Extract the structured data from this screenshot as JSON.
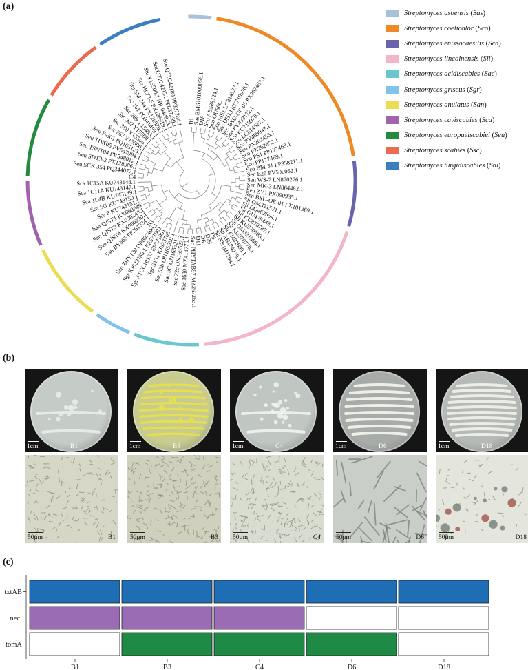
{
  "panels": {
    "a": "(a)",
    "b": "(b)",
    "c": "(c)"
  },
  "legend": [
    {
      "species": "Streptomyces asoensis",
      "abbr": "Sas",
      "color": "#a9c0d8"
    },
    {
      "species": "Streptomyces coelicolor",
      "abbr": "Sco",
      "color": "#ee8a25"
    },
    {
      "species": "Streptomyces enissocaesilis",
      "abbr": "Sen",
      "color": "#6a63ae"
    },
    {
      "species": "Streptomyces lincolnensis",
      "abbr": "Sli",
      "color": "#f4b6c6"
    },
    {
      "species": "Streptomyces acidiscabies",
      "abbr": "Sac",
      "color": "#6bc6cf"
    },
    {
      "species": "Streptomyces griseus",
      "abbr": "Sgr",
      "color": "#82c1ea"
    },
    {
      "species": "Streptomyces anulatus",
      "abbr": "San",
      "color": "#eadd54"
    },
    {
      "species": "Streptomyces caviscabies",
      "abbr": "Sca",
      "color": "#a263ad"
    },
    {
      "species": "Streptomyces europaeiscabiei",
      "abbr": "Seu",
      "color": "#238a3e"
    },
    {
      "species": "Streptomyces scabies",
      "abbr": "Ssc",
      "color": "#ec6a4d"
    },
    {
      "species": "Streptomyces turgidiscabies",
      "abbr": "Stu",
      "color": "#3b7fc0"
    }
  ],
  "tree": {
    "leaves": [
      {
        "label": "B1",
        "clade": "Sas"
      },
      {
        "label": "Sas BMS101000056.1",
        "clade": "Sas"
      },
      {
        "label": "D18",
        "clade": "Sco"
      },
      {
        "label": "Sco AB588124.1",
        "clade": "Sco"
      },
      {
        "label": "Sco OU66C",
        "clade": "Sco"
      },
      {
        "label": "Sco MS1 LC814527.1",
        "clade": "Sco"
      },
      {
        "label": "Sco DH13 KC710970.1",
        "clade": "Sco"
      },
      {
        "label": "Sco BSU-OE-05 PX262453.1",
        "clade": "Sco"
      },
      {
        "label": "Sco PV499172.1",
        "clade": "Sco"
      },
      {
        "label": "Sco KC710970.1",
        "clade": "Sco"
      },
      {
        "label": "Sco LC814527.1",
        "clade": "Sco"
      },
      {
        "label": "Sco PV489948.1",
        "clade": "Sco"
      },
      {
        "label": "Sco PX262455.1",
        "clade": "Sco"
      },
      {
        "label": "Sco PX262452.1",
        "clade": "Sco"
      },
      {
        "label": "Sco PS1 PP177469.1",
        "clade": "Sco"
      },
      {
        "label": "Sco PP177469.1",
        "clade": "Sco"
      },
      {
        "label": "Sco BM-31 PP858211.1",
        "clade": "Sco"
      },
      {
        "label": "Sen E25 PV590062.1",
        "clade": "Sen"
      },
      {
        "label": "Sen WS-7 LN870276.1",
        "clade": "Sen"
      },
      {
        "label": "Sen MK-3 LN864482.1",
        "clade": "Sen"
      },
      {
        "label": "Sen ZY1 PX090935.1",
        "clade": "Sen"
      },
      {
        "label": "Sen BSU-OE-01 PX101369.1",
        "clade": "Sen"
      },
      {
        "label": "Sli OM321571.1",
        "clade": "Sli"
      },
      {
        "label": "Sli DQ462654.1",
        "clade": "Sli"
      },
      {
        "label": "Sli GU479443.1",
        "clade": "Sli"
      },
      {
        "label": "Sli KU870787.1",
        "clade": "Sli"
      },
      {
        "label": "Sli KU870783.1",
        "clade": "Sli"
      },
      {
        "label": "Sli OM321588.1",
        "clade": "Sli"
      },
      {
        "label": "Sli KU870778.1",
        "clade": "Sli"
      },
      {
        "label": "Sli FJ481609.1",
        "clade": "Sli"
      },
      {
        "label": "Sli AB184279.1",
        "clade": "Sli"
      },
      {
        "label": "Sli NR 041104.1",
        "clade": "Sli"
      },
      {
        "label": "D5",
        "clade": "Sli"
      },
      {
        "label": "D25",
        "clade": "Sli"
      },
      {
        "label": "D6",
        "clade": "Sli"
      },
      {
        "label": "D11",
        "clade": "Sli"
      },
      {
        "label": "Sac PHYTAB97 MZ267263.1",
        "clade": "Sac"
      },
      {
        "label": "Sac 1630 MZ413770.1",
        "clade": "Sac"
      },
      {
        "label": "Sac 22c ON165523.1",
        "clade": "Sac"
      },
      {
        "label": "Sac 9C ON165521.1",
        "clade": "Sac"
      },
      {
        "label": "Sac 53b ON165530.1",
        "clade": "Sac"
      },
      {
        "label": "Sgr S131 KJ623766",
        "clade": "Sgr"
      },
      {
        "label": "Sgr ATCC10137 EF571001",
        "clade": "Sgr"
      },
      {
        "label": "Sgr KJ623766.1 EF571001",
        "clade": "Sgr"
      },
      {
        "label": "San ZHY120 OR807496.1",
        "clade": "San"
      },
      {
        "label": "B3",
        "clade": "San"
      },
      {
        "label": "San BY365 PP261334.1",
        "clade": "San"
      },
      {
        "label": "San QJST4 KX090230.1",
        "clade": "San"
      },
      {
        "label": "San QJST3 KX090248.1",
        "clade": "San"
      },
      {
        "label": "San QJST1 KX090249",
        "clade": "San"
      },
      {
        "label": "Sca 8 KU743151.1",
        "clade": "Sca"
      },
      {
        "label": "Sca 5G KU743150.1",
        "clade": "Sca"
      },
      {
        "label": "Sca 1L4B KU743149.1",
        "clade": "Sca"
      },
      {
        "label": "Sca 1C11A KU743147.1",
        "clade": "Sca"
      },
      {
        "label": "Sca 1C15A KU743148.1",
        "clade": "Sca"
      },
      {
        "label": "C4",
        "clade": "Seu"
      },
      {
        "label": "Seu SCK 354 PQ344077.1",
        "clade": "Seu"
      },
      {
        "label": "Seu SDT3-2 PX128986.1",
        "clade": "Seu"
      },
      {
        "label": "Seu TSNT04 PV548012.1",
        "clade": "Seu"
      },
      {
        "label": "Seu TDX05 PV547994.1",
        "clade": "Seu"
      },
      {
        "label": "Seu F-301 PQ165123.1",
        "clade": "Seu"
      },
      {
        "label": "Ssc 267 Y15500.1",
        "clade": "Ssc"
      },
      {
        "label": "Ssc 380 Y15506.1",
        "clade": "Ssc"
      },
      {
        "label": "Ssc 302 Y15508.1",
        "clade": "Ssc"
      },
      {
        "label": "Ssc 289 Y15493.1",
        "clade": "Ssc"
      },
      {
        "label": "Ssc 101 PQ341493.1",
        "clade": "Ssc"
      },
      {
        "label": "Stu SM 244 PX128920.1",
        "clade": "Stu"
      },
      {
        "label": "Stu HL73-5 PX128919.1",
        "clade": "Stu"
      },
      {
        "label": "Stu Y15500.1 NR 040823.1",
        "clade": "Stu"
      },
      {
        "label": "Stu QTP242151 PP837239.1",
        "clade": "Stu"
      },
      {
        "label": "Stu QTP242189 PP837264.1",
        "clade": "Stu"
      }
    ]
  },
  "plates": [
    {
      "id": "B1",
      "scale": "1cm",
      "micro_scale": "50μm",
      "dish": "#c5cbc7",
      "growth": "#e6ece6"
    },
    {
      "id": "B3",
      "scale": "1cm",
      "micro_scale": "50μm",
      "dish": "#c9cc8e",
      "growth": "#e6e04c"
    },
    {
      "id": "C4",
      "scale": "1cm",
      "micro_scale": "50μm",
      "dish": "#c0c6c2",
      "growth": "#eef1ec"
    },
    {
      "id": "D6",
      "scale": "1cm",
      "micro_scale": "50μm",
      "dish": "#a7aca9",
      "growth": "#f2f2ec"
    },
    {
      "id": "D18",
      "scale": "1cm",
      "micro_scale": "50μm",
      "dish": "#b5bab6",
      "growth": "#eeefe9"
    }
  ],
  "gene_table": {
    "genes": [
      "txtAB",
      "necl",
      "tomA"
    ],
    "strains": [
      "B1",
      "B3",
      "C4",
      "D6",
      "D18"
    ],
    "presence": [
      [
        1,
        1,
        1,
        1,
        1
      ],
      [
        1,
        1,
        1,
        0,
        0
      ],
      [
        0,
        1,
        1,
        1,
        0
      ]
    ],
    "colors": [
      "#1f6db5",
      "#9a6cb4",
      "#1e8a45"
    ],
    "absent_color": "#ffffff"
  }
}
